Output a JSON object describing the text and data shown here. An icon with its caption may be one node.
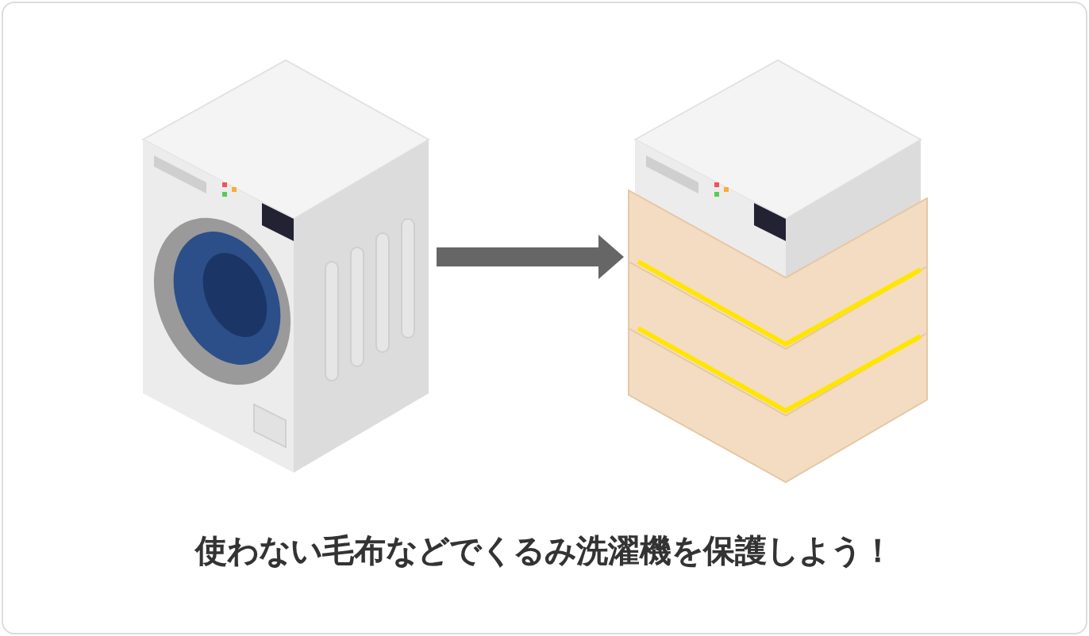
{
  "diagram": {
    "caption": "使わない毛布などでくるみ洗濯機を保護しよう！",
    "nodes": [
      {
        "text": [],
        "shape": "picture"
      },
      {
        "text": [],
        "shape": "picture"
      }
    ],
    "edges": [
      {
        "from": 0,
        "to": 1,
        "arrow": "to"
      }
    ]
  }
}
